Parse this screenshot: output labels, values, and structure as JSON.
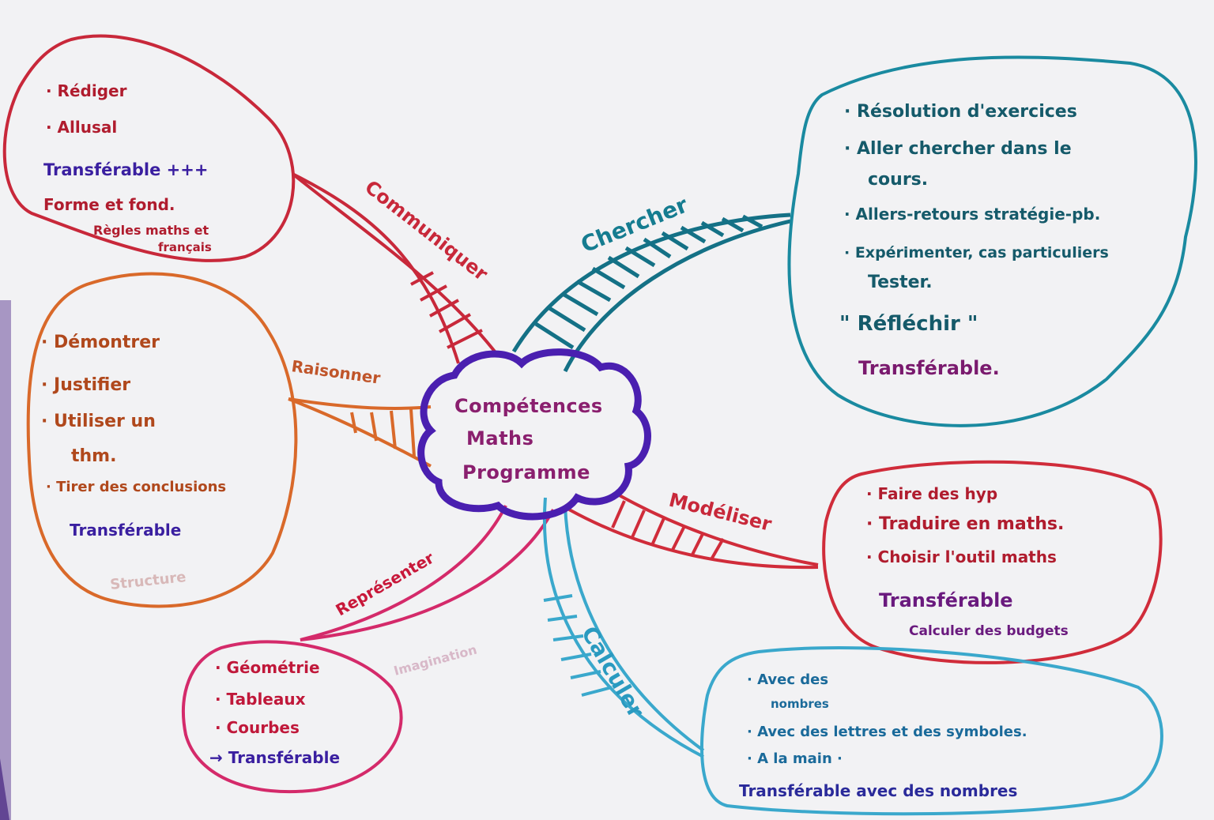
{
  "center": {
    "lines": [
      "Compétences",
      "Maths",
      "Programme"
    ],
    "color": "#8a1f6e",
    "border_color": "#4a1fb0"
  },
  "branches": {
    "communiquer": {
      "label": "Communiquer",
      "color": "#c8283a",
      "bubble_lines": [
        {
          "text": "· Rédiger",
          "color": "#b01c2e"
        },
        {
          "text": "· Allusal",
          "color": "#b01c2e"
        },
        {
          "text": "Transférable +++",
          "color": "#3a1fa0"
        },
        {
          "text": "Forme et fond.",
          "color": "#b01c2e"
        },
        {
          "text": "Règles maths et",
          "color": "#b01c2e"
        },
        {
          "text": "français",
          "color": "#b01c2e"
        }
      ]
    },
    "raisonner": {
      "label": "Raisonner",
      "color": "#d9692a",
      "bubble_lines": [
        {
          "text": "· Démontrer",
          "color": "#b0481c"
        },
        {
          "text": "· Justifier",
          "color": "#b0481c"
        },
        {
          "text": "· Utiliser un",
          "color": "#b0481c"
        },
        {
          "text": "thm.",
          "color": "#b0481c"
        },
        {
          "text": "· Tirer des conclusions",
          "color": "#b0481c"
        },
        {
          "text": "Transférable",
          "color": "#3a1fa0"
        },
        {
          "text": "Structure",
          "color": "#d8b8b8"
        }
      ]
    },
    "representer": {
      "label": "Représenter",
      "color": "#d42a6a",
      "note": "Imagination",
      "bubble_lines": [
        {
          "text": "· Géométrie",
          "color": "#c0183a"
        },
        {
          "text": "· Tableaux",
          "color": "#c0183a"
        },
        {
          "text": "· Courbes",
          "color": "#c0183a"
        },
        {
          "text": "→ Transférable",
          "color": "#3a1fa0"
        }
      ]
    },
    "chercher": {
      "label": "Chercher",
      "color": "#157c90",
      "bubble_lines": [
        {
          "text": "· Résolution d'exercices",
          "color": "#155a6a"
        },
        {
          "text": "· Aller chercher dans le",
          "color": "#155a6a"
        },
        {
          "text": "cours.",
          "color": "#155a6a"
        },
        {
          "text": "· Allers-retours stratégie-pb.",
          "color": "#155a6a"
        },
        {
          "text": "· Expérimenter, cas particuliers",
          "color": "#155a6a"
        },
        {
          "text": "Tester.",
          "color": "#155a6a"
        },
        {
          "text": "\" Réfléchir \"",
          "color": "#155a6a"
        },
        {
          "text": "Transférable.",
          "color": "#7a1a6e"
        }
      ]
    },
    "modeliser": {
      "label": "Modéliser",
      "color": "#d02c3a",
      "bubble_lines": [
        {
          "text": "· Faire des hyp",
          "color": "#b01c2e"
        },
        {
          "text": "· Traduire en maths.",
          "color": "#b01c2e"
        },
        {
          "text": "· Choisir l'outil maths",
          "color": "#b01c2e"
        },
        {
          "text": "Transférable",
          "color": "#6a1a7e"
        },
        {
          "text": "Calculer des budgets",
          "color": "#6a1a7e"
        }
      ]
    },
    "calculer": {
      "label": "Calculer",
      "color": "#3aa8cc",
      "bubble_lines": [
        {
          "text": "· Avec des",
          "color": "#1a6a9a"
        },
        {
          "text": "nombres",
          "color": "#1a6a9a"
        },
        {
          "text": "· Avec des lettres et des symboles.",
          "color": "#1a6a9a"
        },
        {
          "text": "· A la main ·",
          "color": "#1a6a9a"
        },
        {
          "text": "Transférable avec des nombres",
          "color": "#2a2a9a"
        }
      ]
    }
  }
}
